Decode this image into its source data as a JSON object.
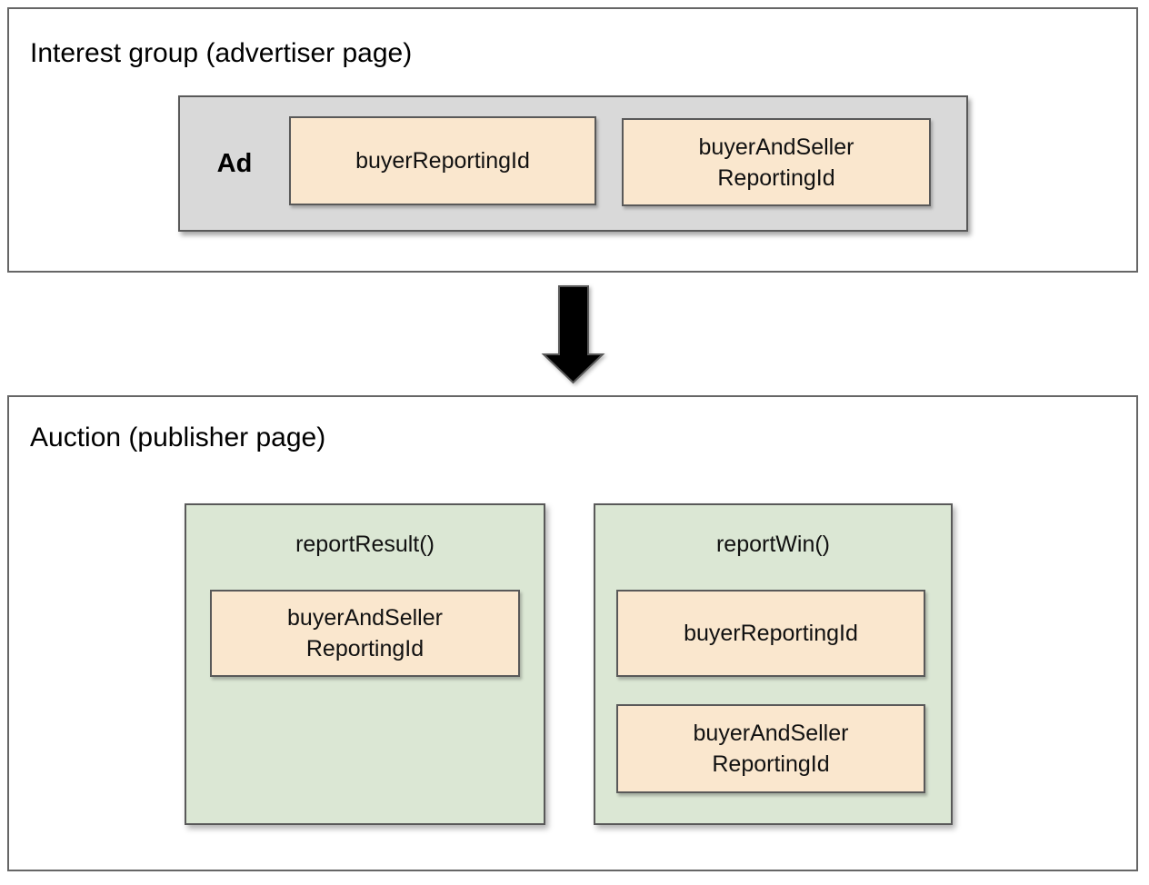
{
  "interest_group": {
    "title": "Interest group (advertiser page)",
    "ad": {
      "label": "Ad",
      "fields": [
        {
          "label": "buyerReportingId"
        },
        {
          "label": "buyerAndSeller\nReportingId"
        }
      ]
    }
  },
  "auction": {
    "title": "Auction (publisher page)",
    "report_result": {
      "title": "reportResult()",
      "fields": [
        {
          "label": "buyerAndSeller\nReportingId"
        }
      ]
    },
    "report_win": {
      "title": "reportWin()",
      "fields": [
        {
          "label": "buyerReportingId"
        },
        {
          "label": "buyerAndSeller\nReportingId"
        }
      ]
    }
  },
  "icons": {
    "flow_arrow": "down-arrow"
  },
  "colors": {
    "peach": "#fae7ce",
    "green": "#dbe7d4",
    "gray": "#d9d9d9",
    "border": "#595959",
    "outer_border": "#666666",
    "arrow": "#000000",
    "text": "#111111"
  }
}
